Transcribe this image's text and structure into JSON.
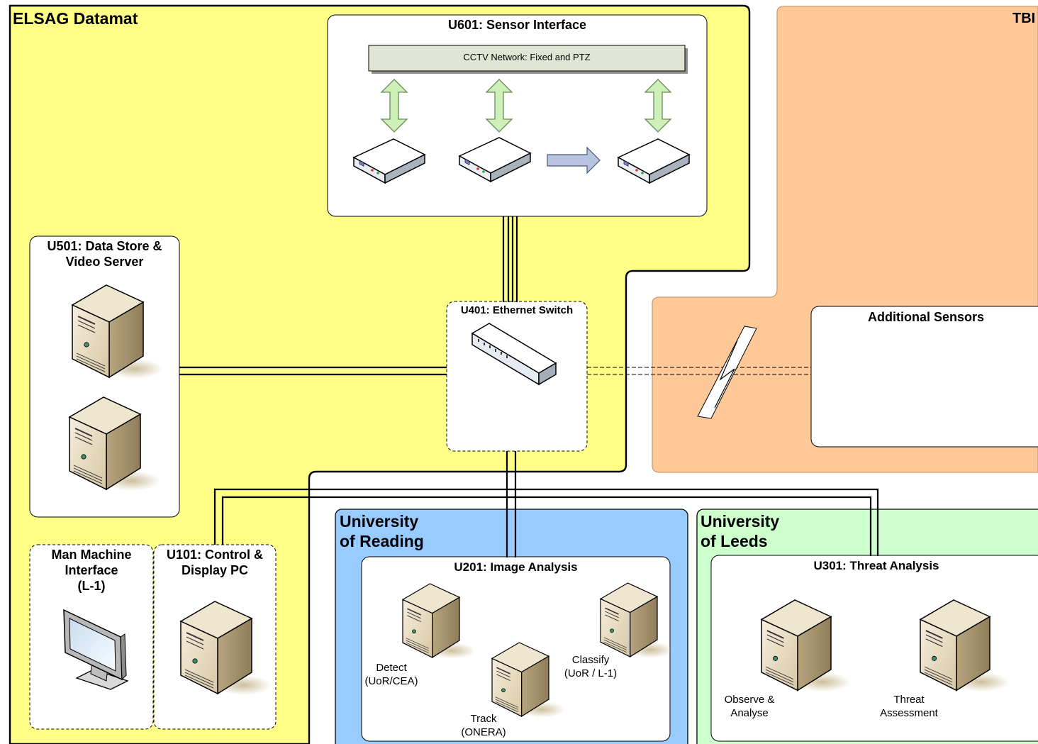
{
  "regions": {
    "elsag": "ELSAG Datamat",
    "tbi": "TBI",
    "reading": [
      "University",
      "of Reading"
    ],
    "leeds": [
      "University",
      "of Leeds"
    ]
  },
  "units": {
    "u601": "U601: Sensor Interface",
    "cctv": "CCTV Network: Fixed and PTZ",
    "u501": [
      "U501: Data Store &",
      "Video Server"
    ],
    "u401": "U401: Ethernet Switch",
    "additional": "Additional Sensors",
    "mmi": [
      "Man Machine",
      "Interface",
      "(L-1)"
    ],
    "u101": [
      "U101: Control &",
      "Display PC"
    ],
    "u201": "U201: Image Analysis",
    "u301": "U301: Threat Analysis"
  },
  "machines": {
    "detect": [
      "Detect",
      "(UoR/CEA)"
    ],
    "track": [
      "Track",
      "(ONERA)"
    ],
    "classify": [
      "Classify",
      "(UoR / L-1)"
    ],
    "observe": [
      "Observe &",
      "Analyse"
    ],
    "threat": [
      "Threat",
      "Assessment"
    ]
  },
  "colors": {
    "elsag_fill": "#ffff88",
    "tbi_fill": "#fec898",
    "reading_fill": "#99ccfe",
    "leeds_fill": "#ccffcc",
    "arrow_green": "#ccf0b8",
    "cctv_bar": "#e0e6d4"
  }
}
